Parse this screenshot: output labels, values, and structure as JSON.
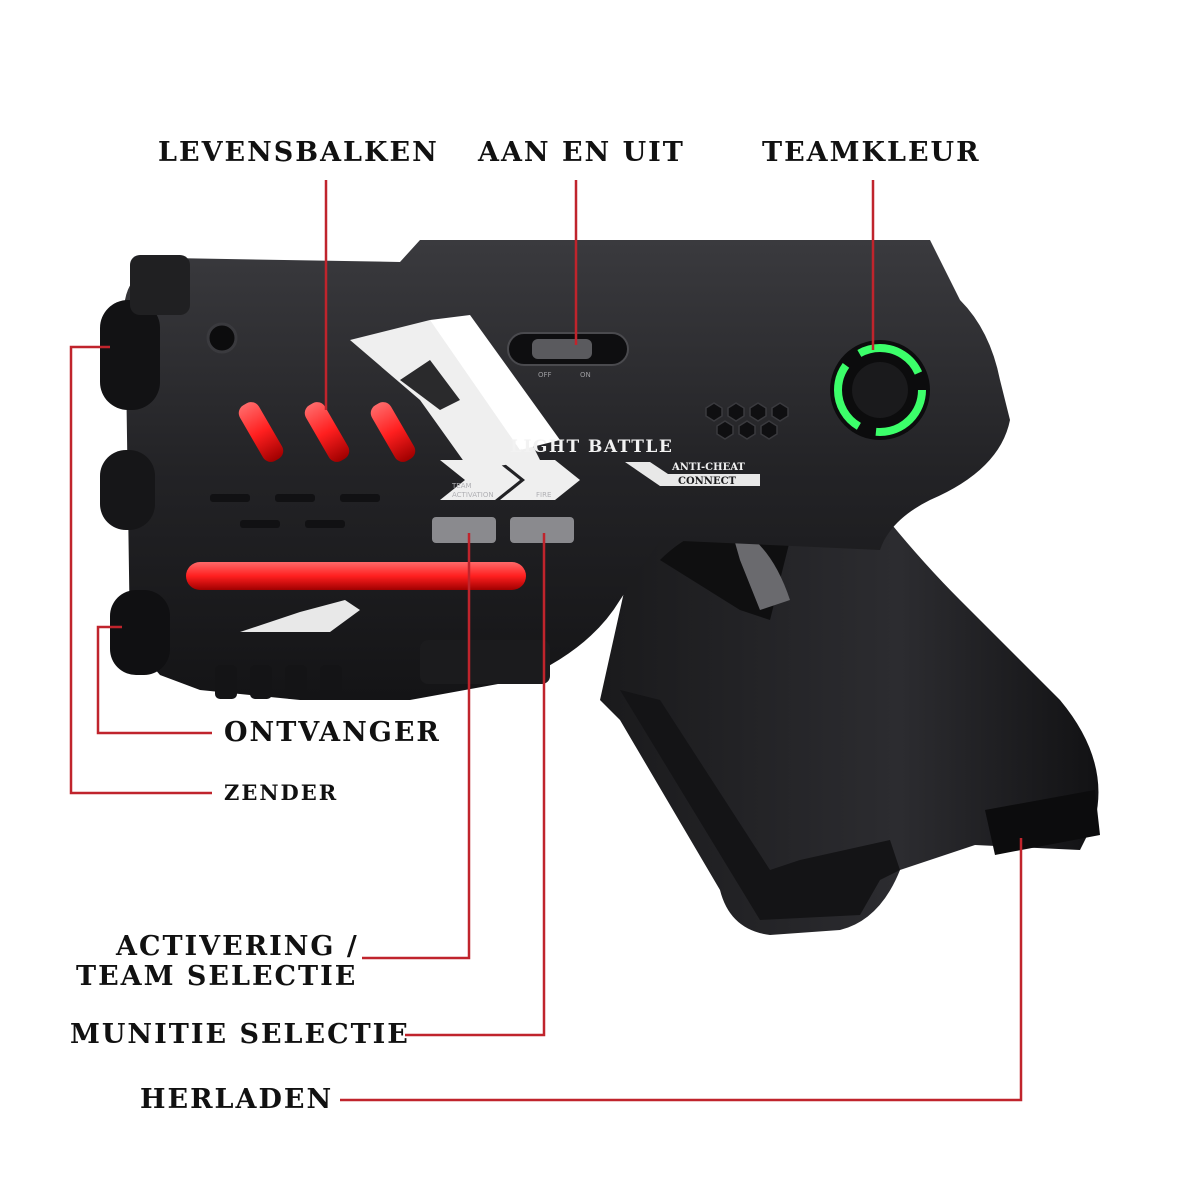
{
  "colors": {
    "leader": "#c0242c",
    "label": "#111111",
    "body_dark": "#1c1c1e",
    "body_mid": "#2b2b2e",
    "accent_red": "#ff2a2a",
    "accent_green": "#3cff6a",
    "print_white": "#f2f2f2"
  },
  "callouts": {
    "levensbalken": "LEVENSBALKEN",
    "aan_en_uit": "AAN EN UIT",
    "teamkleur": "TEAMKLEUR",
    "ontvanger": "ONTVANGER",
    "zender": "ZENDER",
    "activering_line1": "ACTIVERING /",
    "activering_line2": "TEAM SELECTIE",
    "munitie": "MUNITIE SELECTIE",
    "herladen": "HERLADEN"
  },
  "device": {
    "brand": "LIGHT BATTLE",
    "badge_line1": "ANTI-CHEAT",
    "badge_line2": "CONNECT",
    "switch_off": "OFF",
    "switch_on": "ON",
    "button_team_line1": "TEAM",
    "button_team_line2": "ACTIVATION",
    "button_fire": "FIRE"
  }
}
